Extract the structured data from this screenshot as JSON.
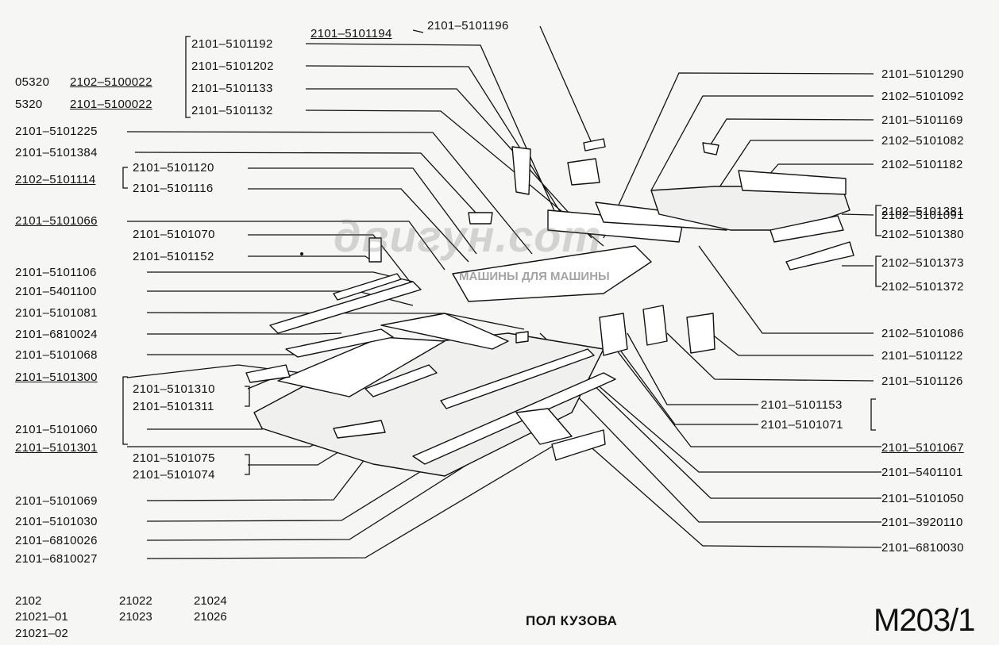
{
  "title": "ПОЛ КУЗОВА",
  "code": "M203/1",
  "watermark": {
    "logo": "двигун.com",
    "slogan": "МАШИНЫ ДЛЯ МАШИНЫ"
  },
  "models": [
    "2102",
    "21021–01",
    "21021–02",
    "21022",
    "21023",
    "21024",
    "21026"
  ],
  "left_labels": [
    {
      "prefix": "05320",
      "part": "2102–5100022"
    },
    {
      "prefix": "5320",
      "part": "2101–5100022"
    },
    "2101–5101192",
    "2101–5101202",
    "2101–5101133",
    "2101–5101132",
    "2101–5101194",
    "2101–5101196",
    "2101–5101225",
    "2101–5101384",
    "2102–5101114",
    "2101–5101120",
    "2101–5101116",
    "2101–5101066",
    "2101–5101070",
    "2101–5101152",
    "2101–5101106",
    "2101–5401100",
    "2101–5101081",
    "2101–6810024",
    "2101–5101068",
    "2101–5101300",
    "2101–5101310",
    "2101–5101311",
    "2101–5101060",
    "2101–5101301",
    "2101–5101075",
    "2101–5101074",
    "2101–5101069",
    "2101–5101030",
    "2101–6810026",
    "2101–6810027"
  ],
  "right_labels": [
    "2101–5101290",
    "2102–5101092",
    "2101–5101169",
    "2102–5101082",
    "2102–5101182",
    "2102–5101091",
    "2102–5101381",
    "2102–5101380",
    "2102–5101373",
    "2102–5101372",
    "2102–5101086",
    "2101–5101122",
    "2101–5101126",
    "2101–5101153",
    "2101–5101071",
    "2101–5101067",
    "2101–5401101",
    "2101–5101050",
    "2101–3920110",
    "2101–6810030"
  ]
}
